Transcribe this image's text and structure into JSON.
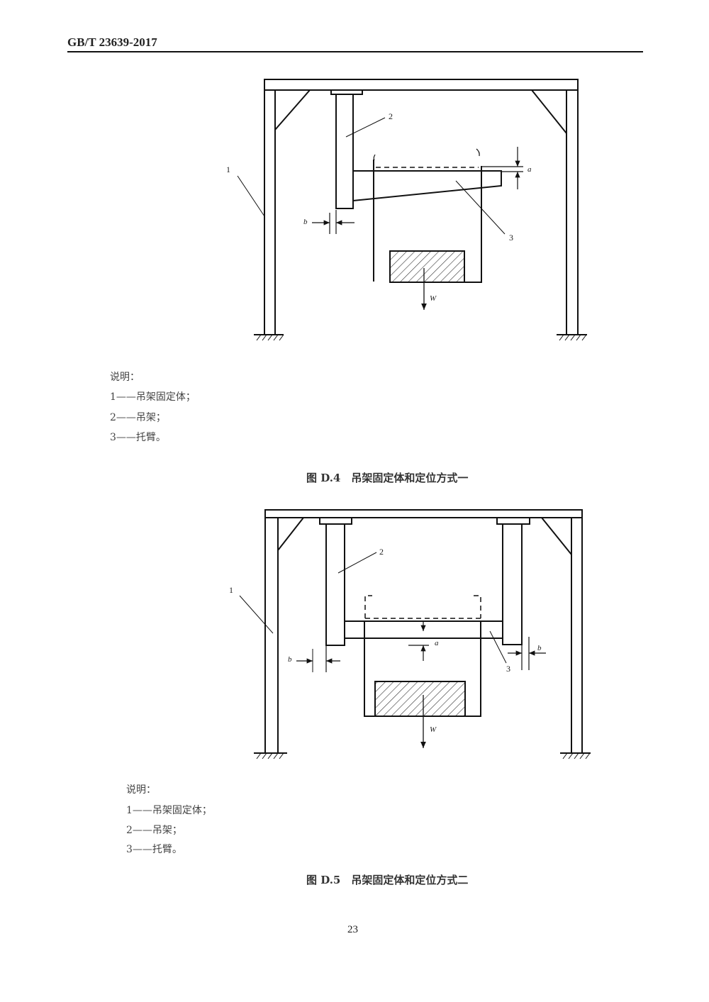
{
  "header": {
    "standard_code": "GB/T 23639-2017"
  },
  "figure_d4": {
    "labels": {
      "frame": "1",
      "hanger": "2",
      "arm": "3",
      "dim_a": "a",
      "dim_b": "b",
      "weight": "W"
    },
    "legend_title": "说明：",
    "legend_items": [
      "1——吊架固定体；",
      "2——吊架；",
      "3——托臂。"
    ],
    "caption": "图 D.4　吊架固定体和定位方式一"
  },
  "figure_d5": {
    "labels": {
      "frame": "1",
      "hanger": "2",
      "arm": "3",
      "dim_a": "a",
      "dim_b_left": "b",
      "dim_b_right": "b",
      "weight": "W"
    },
    "legend_title": "说明：",
    "legend_items": [
      "1——吊架固定体；",
      "2——吊架；",
      "3——托臂。"
    ],
    "caption": "图 D.5　吊架固定体和定位方式二"
  },
  "footer": {
    "page_number": "23"
  }
}
